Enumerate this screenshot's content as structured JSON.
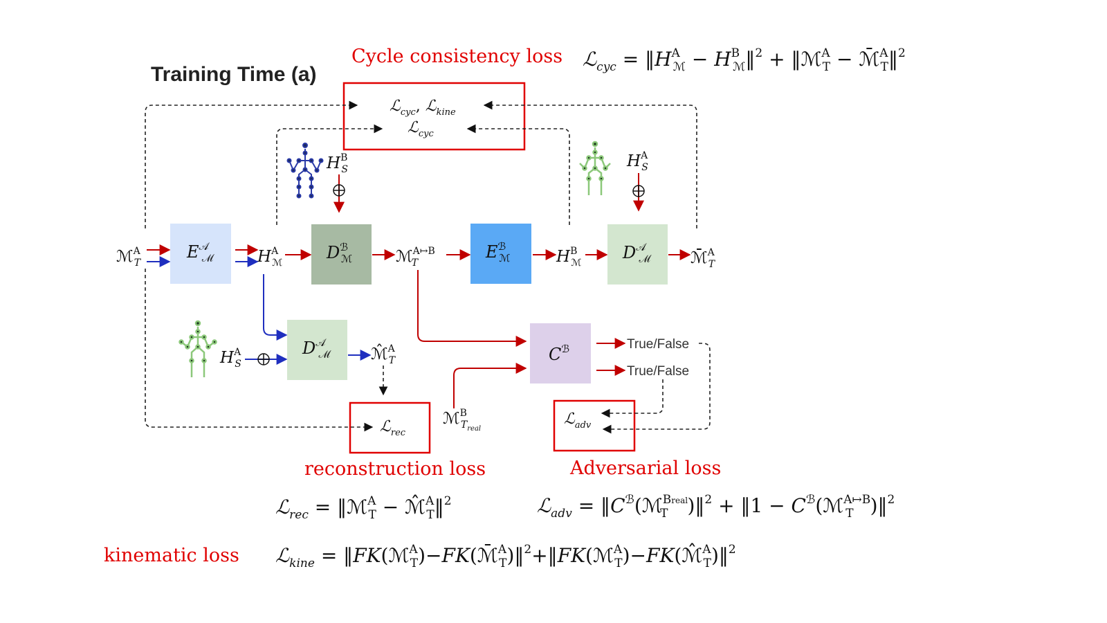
{
  "title": "Training Time (a)",
  "colors": {
    "red": "#c00000",
    "label_red": "#e00000",
    "blue": "#1f2fbf",
    "encoder_light": "#d6e4fb",
    "encoder_blue": "#5aa9f5",
    "decoder_gray": "#a7baa3",
    "decoder_green": "#d3e6cf",
    "critic_purple": "#ddd0ea",
    "dashed": "#222222"
  },
  "loss_labels": {
    "cycle": "Cycle consistency loss",
    "reconstruction": "reconstruction loss",
    "adversarial": "Adversarial loss",
    "kinematic": "kinematic loss"
  },
  "critic_outputs": [
    "True/False",
    "True/False"
  ],
  "nodes": {
    "input_motion": "M_T^A",
    "encoder_a": "E_M^A",
    "latent_a": "H_M^A",
    "decoder_b": "D_M^B",
    "retargeted": "M_T^{A→B}",
    "encoder_b": "E_M^B",
    "latent_b": "H_M^B",
    "decoder_a_top": "D_M^A",
    "cycle_output": "M̄_T^A",
    "decoder_a_bottom": "D_M^A",
    "recon_output": "M̂_T^A",
    "critic": "C^B",
    "real_motion": "M^B_{T_real}",
    "skeleton_b": "H_S^B",
    "skeleton_a_top": "H_S^A",
    "skeleton_a_bottom": "H_S^A"
  },
  "icons": [
    "skeleton-blue-icon",
    "skeleton-green-icon",
    "skeleton-green-icon"
  ]
}
